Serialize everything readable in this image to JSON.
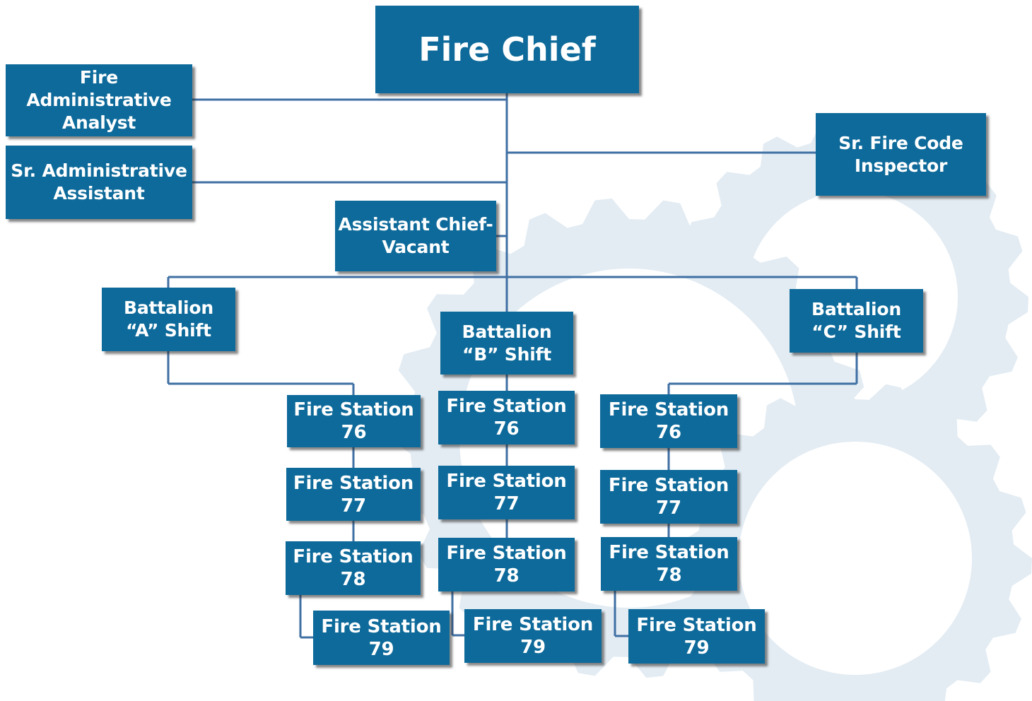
{
  "colors": {
    "box": "#0e6a9a",
    "line": "#3f6fa3",
    "watermark": "#e3ecf3"
  },
  "chart": {
    "chief": "Fire Chief",
    "admin_analyst": "Fire Administrative\nAnalyst",
    "admin_assistant": "Sr. Administrative\nAssistant",
    "code_inspector": "Sr. Fire Code\nInspector",
    "assistant_chief": "Assistant Chief-\nVacant",
    "battalions": [
      {
        "label": "Battalion\n“A” Shift",
        "stations": [
          "Fire Station\n76",
          "Fire Station\n77",
          "Fire Station\n78",
          "Fire Station\n79"
        ]
      },
      {
        "label": "Battalion\n“B” Shift",
        "stations": [
          "Fire Station\n76",
          "Fire Station\n77",
          "Fire Station\n78",
          "Fire Station\n79"
        ]
      },
      {
        "label": "Battalion\n“C” Shift",
        "stations": [
          "Fire Station\n76",
          "Fire Station\n77",
          "Fire Station\n78",
          "Fire Station\n79"
        ]
      }
    ]
  }
}
